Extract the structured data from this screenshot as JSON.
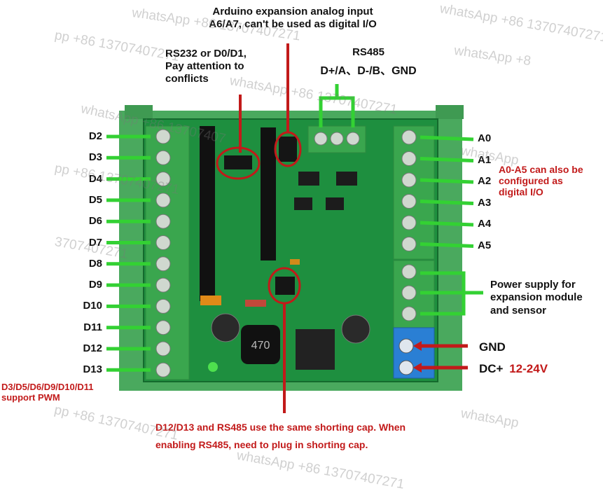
{
  "labels": {
    "analog_note_line1": "Arduino expansion analog input",
    "analog_note_line2": "A6/A7, can't be used as digital I/O",
    "rs232_line1": "RS232 or D0/D1,",
    "rs232_line2": "Pay attention to",
    "rs232_line3": "conflicts",
    "rs485_title": "RS485",
    "rs485_pins": "D+/A、D-/B、GND",
    "left_pins": [
      "D2",
      "D3",
      "D4",
      "D5",
      "D6",
      "D7",
      "D8",
      "D9",
      "D10",
      "D11",
      "D12",
      "D13"
    ],
    "right_pins": [
      "A0",
      "A1",
      "A2",
      "A3",
      "A4",
      "A5"
    ],
    "analog_digital_line1": "A0-A5 can also be",
    "analog_digital_line2": "configured as",
    "analog_digital_line3": "digital I/O",
    "power_line1": "Power supply for",
    "power_line2": "expansion module",
    "power_line3": "and sensor",
    "gnd": "GND",
    "dc_plus": "DC+",
    "voltage": "12-24V",
    "pwm_line1": "D3/D5/D6/D9/D10/D11",
    "pwm_line2": "support PWM",
    "shorting_line1": "D12/D13 and RS485 use the same shorting cap.  When",
    "shorting_line2": "enabling RS485, need to plug in shorting cap.",
    "inductor_mark": "470"
  },
  "watermarks": [
    "whatsApp +86 13707407271",
    "pp +86 13707407271",
    "whatsApp +8",
    "whatsApp +86 13707407271",
    "whatsApp +86 13707407",
    "whatsApp",
    "pp +86 13707407271",
    "3707407271",
    "whatsApp +86 13707407271",
    "pp +86 13707407271",
    "whatsApp",
    "whatsApp +86 13707407271"
  ],
  "colors": {
    "pcb": "#1e8f3f",
    "rail": "#44a85a",
    "terminal": "#3aa64e",
    "arrow_green": "#33d133",
    "arrow_red": "#c21a1a",
    "blue_terminal": "#2a7fd4"
  }
}
